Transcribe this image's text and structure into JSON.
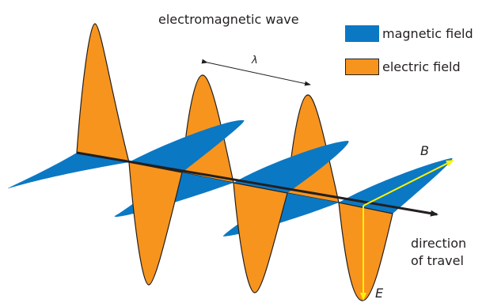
{
  "title": "electromagnetic wave",
  "legend": {
    "magnetic": {
      "label": "magnetic field",
      "color": "#0b78c4"
    },
    "electric": {
      "label": "electric field",
      "color": "#f7941d"
    }
  },
  "labels": {
    "wavelength": "λ",
    "b_field": "B",
    "e_field": "E",
    "direction_line1": "direction",
    "direction_line2": "of travel"
  },
  "colors": {
    "axis": "#231f20",
    "vector": "#fff200"
  }
}
